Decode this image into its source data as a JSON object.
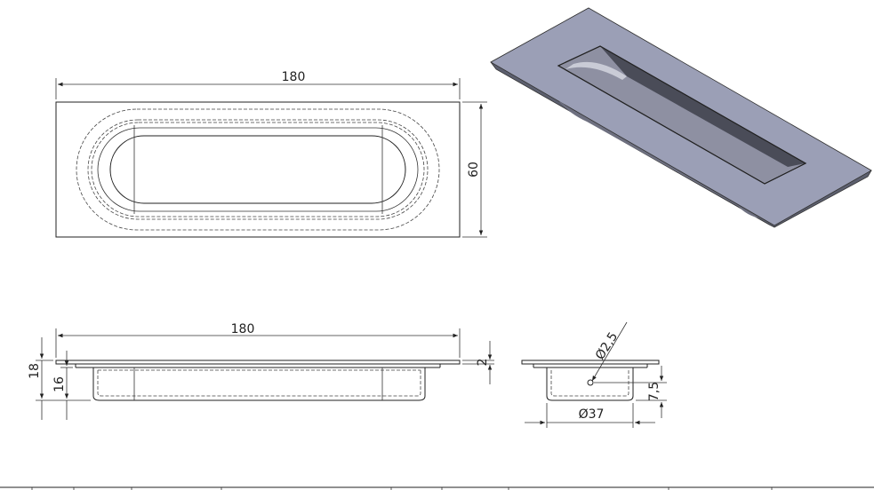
{
  "dimensions": {
    "top_length": "180",
    "top_width": "60",
    "front_length": "180",
    "front_total_height": "18",
    "front_body_height": "16",
    "front_plate_thickness": "2",
    "side_hole_diameter": "Ø2,5",
    "side_hole_offset": "7,5",
    "side_body_diameter": "Ø37"
  },
  "colors": {
    "plate_face": "#9b9fb6",
    "plate_edge": "#5c5f6e",
    "recess_wall": "#4a4c58",
    "recess_floor": "#8e90a2"
  }
}
